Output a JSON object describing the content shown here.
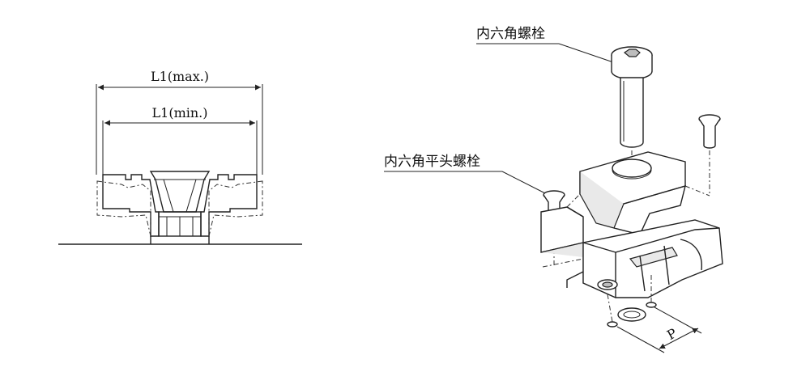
{
  "dimensions": {
    "l1_max": "L1(max.)",
    "l1_min": "L1(min.)",
    "pitch": "P"
  },
  "labels": {
    "socket_head_bolt": "内六角螺栓",
    "flat_head_bolt": "内六角平头螺栓"
  }
}
